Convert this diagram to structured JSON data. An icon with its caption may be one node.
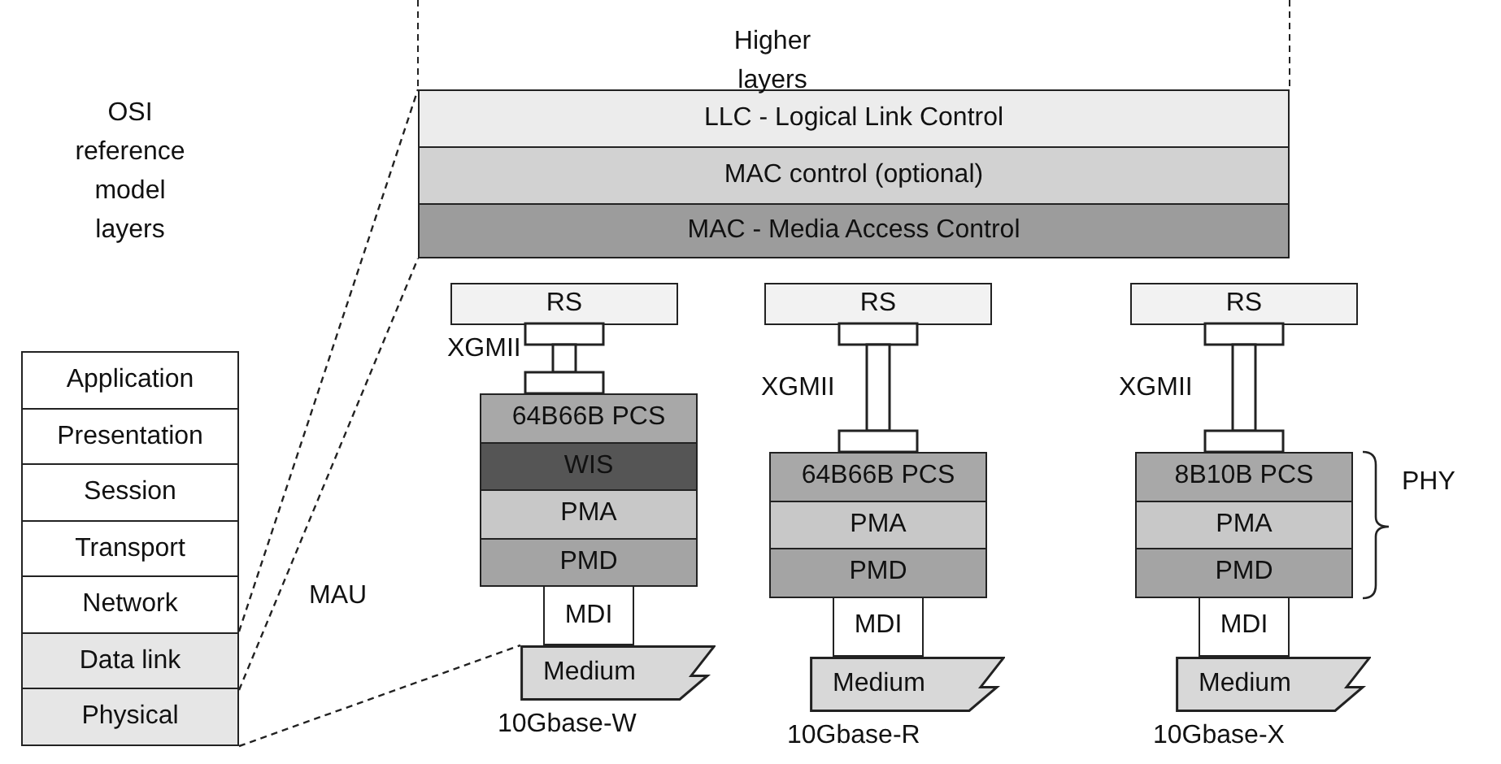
{
  "diagram": {
    "nodes": [
      {
        "text": [
          "Application"
        ]
      },
      {
        "text": [
          "Presentation"
        ]
      },
      {
        "text": [
          "Session"
        ]
      },
      {
        "text": [
          "Transport"
        ]
      },
      {
        "text": [
          "Network"
        ]
      },
      {
        "text": [
          "Data link"
        ]
      },
      {
        "text": [
          "Physical"
        ]
      },
      {
        "text": [
          "LLC - Logical Link Control"
        ]
      },
      {
        "text": [
          "MAC control (optional)"
        ]
      },
      {
        "text": [
          "MAC - Media Access Control"
        ]
      },
      {
        "text": [
          "RS"
        ]
      },
      {
        "text": [
          "64B66B PCS"
        ]
      },
      {
        "text": [
          "WIS"
        ]
      },
      {
        "text": [
          "PMA"
        ]
      },
      {
        "text": [
          "PMD"
        ]
      },
      {
        "text": [
          "MDI"
        ]
      },
      {
        "text": [
          "Medium"
        ],
        "beside": [
          "10Gbase-W"
        ]
      },
      {
        "text": [
          "RS"
        ]
      },
      {
        "text": [
          "64B66B PCS"
        ]
      },
      {
        "text": [
          "PMA"
        ]
      },
      {
        "text": [
          "PMD"
        ]
      },
      {
        "text": [
          "MDI"
        ]
      },
      {
        "text": [
          "Medium"
        ],
        "beside": [
          "10Gbase-R"
        ]
      },
      {
        "text": [
          "RS"
        ]
      },
      {
        "text": [
          "8B10B PCS"
        ]
      },
      {
        "text": [
          "PMA"
        ]
      },
      {
        "text": [
          "PMD"
        ]
      },
      {
        "text": [
          "MDI"
        ]
      },
      {
        "text": [
          "Medium"
        ],
        "beside": [
          "10Gbase-X"
        ]
      }
    ],
    "edges": [
      {
        "from": 5,
        "to": 7,
        "arrow": "none",
        "style": "dashed"
      },
      {
        "from": 5,
        "to": 9,
        "arrow": "none",
        "style": "dashed"
      },
      {
        "from": 6,
        "to": 16,
        "arrow": "none",
        "style": "dashed"
      }
    ],
    "labels": [
      "OSI reference model layers",
      "Higher layers",
      "XGMII",
      "XGMII",
      "XGMII",
      "MAU",
      "PHY"
    ]
  }
}
